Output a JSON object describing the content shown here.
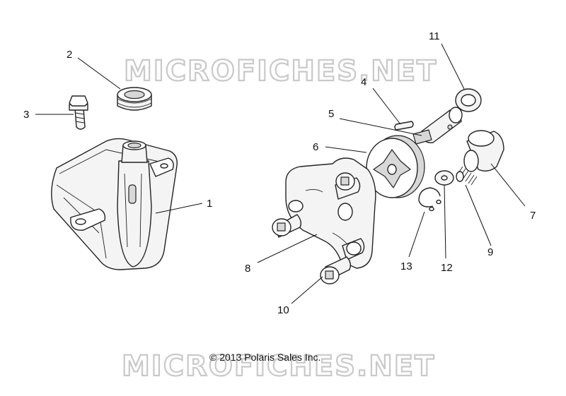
{
  "watermark": {
    "top": "MICROFICHES.NET",
    "bottom": "MICROFICHES.NET"
  },
  "copyright": "© 2013 Polaris Sales Inc.",
  "callouts": [
    {
      "id": "1",
      "label": "1"
    },
    {
      "id": "2",
      "label": "2"
    },
    {
      "id": "3",
      "label": "3"
    },
    {
      "id": "4",
      "label": "4"
    },
    {
      "id": "5",
      "label": "5"
    },
    {
      "id": "6",
      "label": "6"
    },
    {
      "id": "7",
      "label": "7"
    },
    {
      "id": "8",
      "label": "8"
    },
    {
      "id": "9",
      "label": "9"
    },
    {
      "id": "10",
      "label": "10"
    },
    {
      "id": "11",
      "label": "11"
    },
    {
      "id": "12",
      "label": "12"
    },
    {
      "id": "13",
      "label": "13"
    }
  ]
}
